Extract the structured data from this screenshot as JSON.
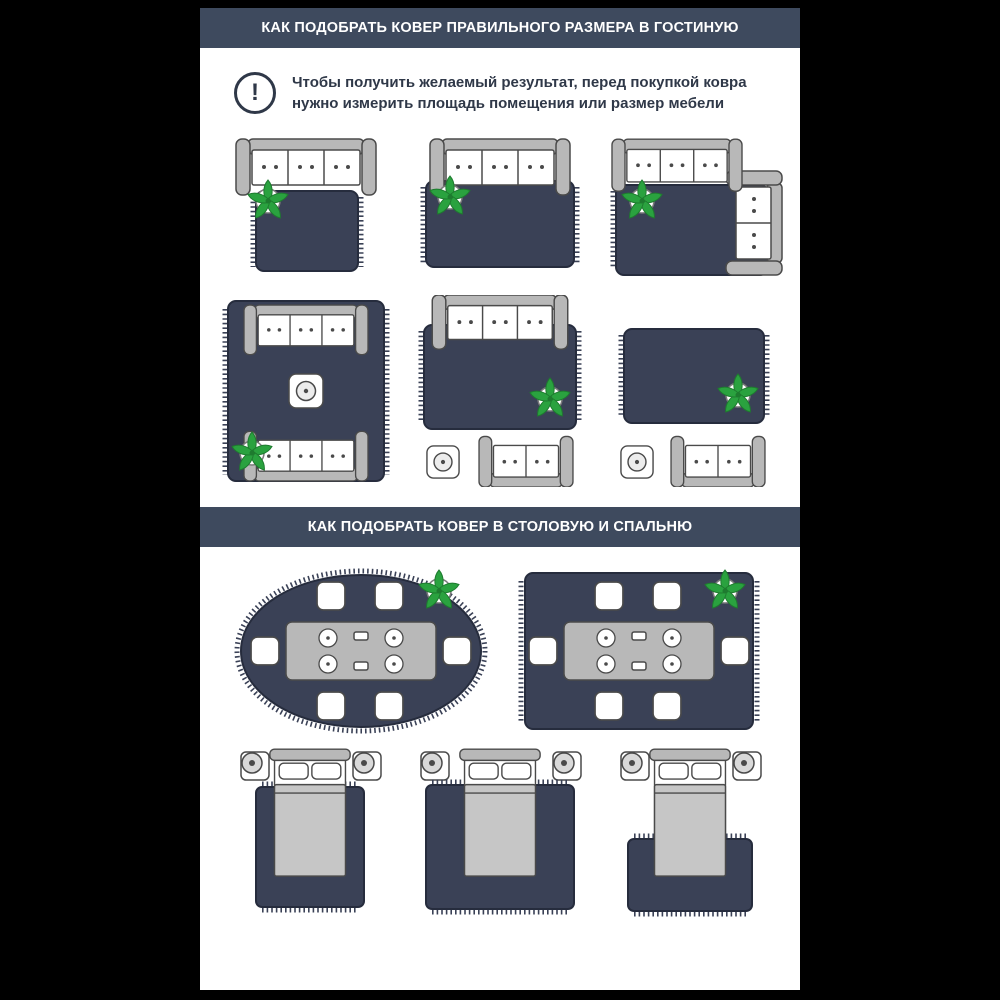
{
  "colors": {
    "background": "#000000",
    "panel": "#ffffff",
    "header_bar": "#3e4a5e",
    "header_text": "#ffffff",
    "body_text": "#2f3848",
    "rug": "#3a4156",
    "rug_border": "#262c3d",
    "furniture_gray": "#b8b8b8",
    "furniture_outline": "#4a4a4a",
    "plant_green": "#2aa23f"
  },
  "sections": {
    "living_room": {
      "title": "КАК ПОДОБРАТЬ КОВЕР ПРАВИЛЬНОГО РАЗМЕРА В ГОСТИНУЮ",
      "note_icon_glyph": "!",
      "note": "Чтобы получить желаемый результат, перед покупкой ковра нужно измерить площадь помещения или размер мебели",
      "layouts": [
        "rug-in-front-of-sofa",
        "sofa-front-legs-on-rug",
        "corner-sofa-on-rug",
        "all-furniture-on-large-rug",
        "sofa-on-rug-side-furniture-off",
        "small-rug-furniture-off"
      ]
    },
    "dining_bedroom": {
      "title": "КАК ПОДОБРАТЬ КОВЕР В СТОЛОВУЮ И СПАЛЬНЮ",
      "layouts": [
        "oval-rug-dining-set",
        "rectangular-rug-dining-set",
        "bed-on-narrow-rug",
        "bed-on-wide-rug",
        "rug-at-bed-foot"
      ]
    }
  }
}
